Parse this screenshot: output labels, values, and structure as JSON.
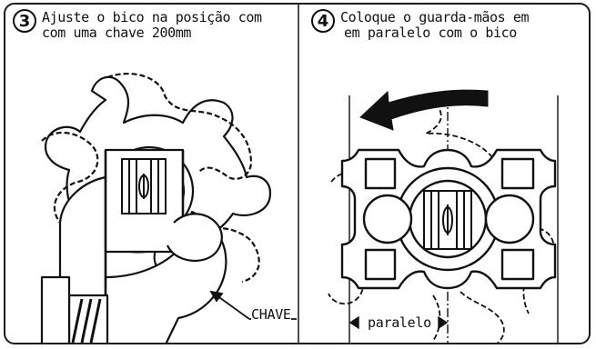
{
  "steps": [
    {
      "number": "3",
      "line1": "Ajuste o bico na posição com",
      "line2": "com uma chave 200mm"
    },
    {
      "number": "4",
      "line1": "Coloque o guarda-mãos em",
      "line2": "em paralelo com o bico"
    }
  ],
  "labels": {
    "wrench": "CHAVE",
    "parallel": "paralelo"
  },
  "colors": {
    "ink": "#111111",
    "background": "#ffffff"
  }
}
